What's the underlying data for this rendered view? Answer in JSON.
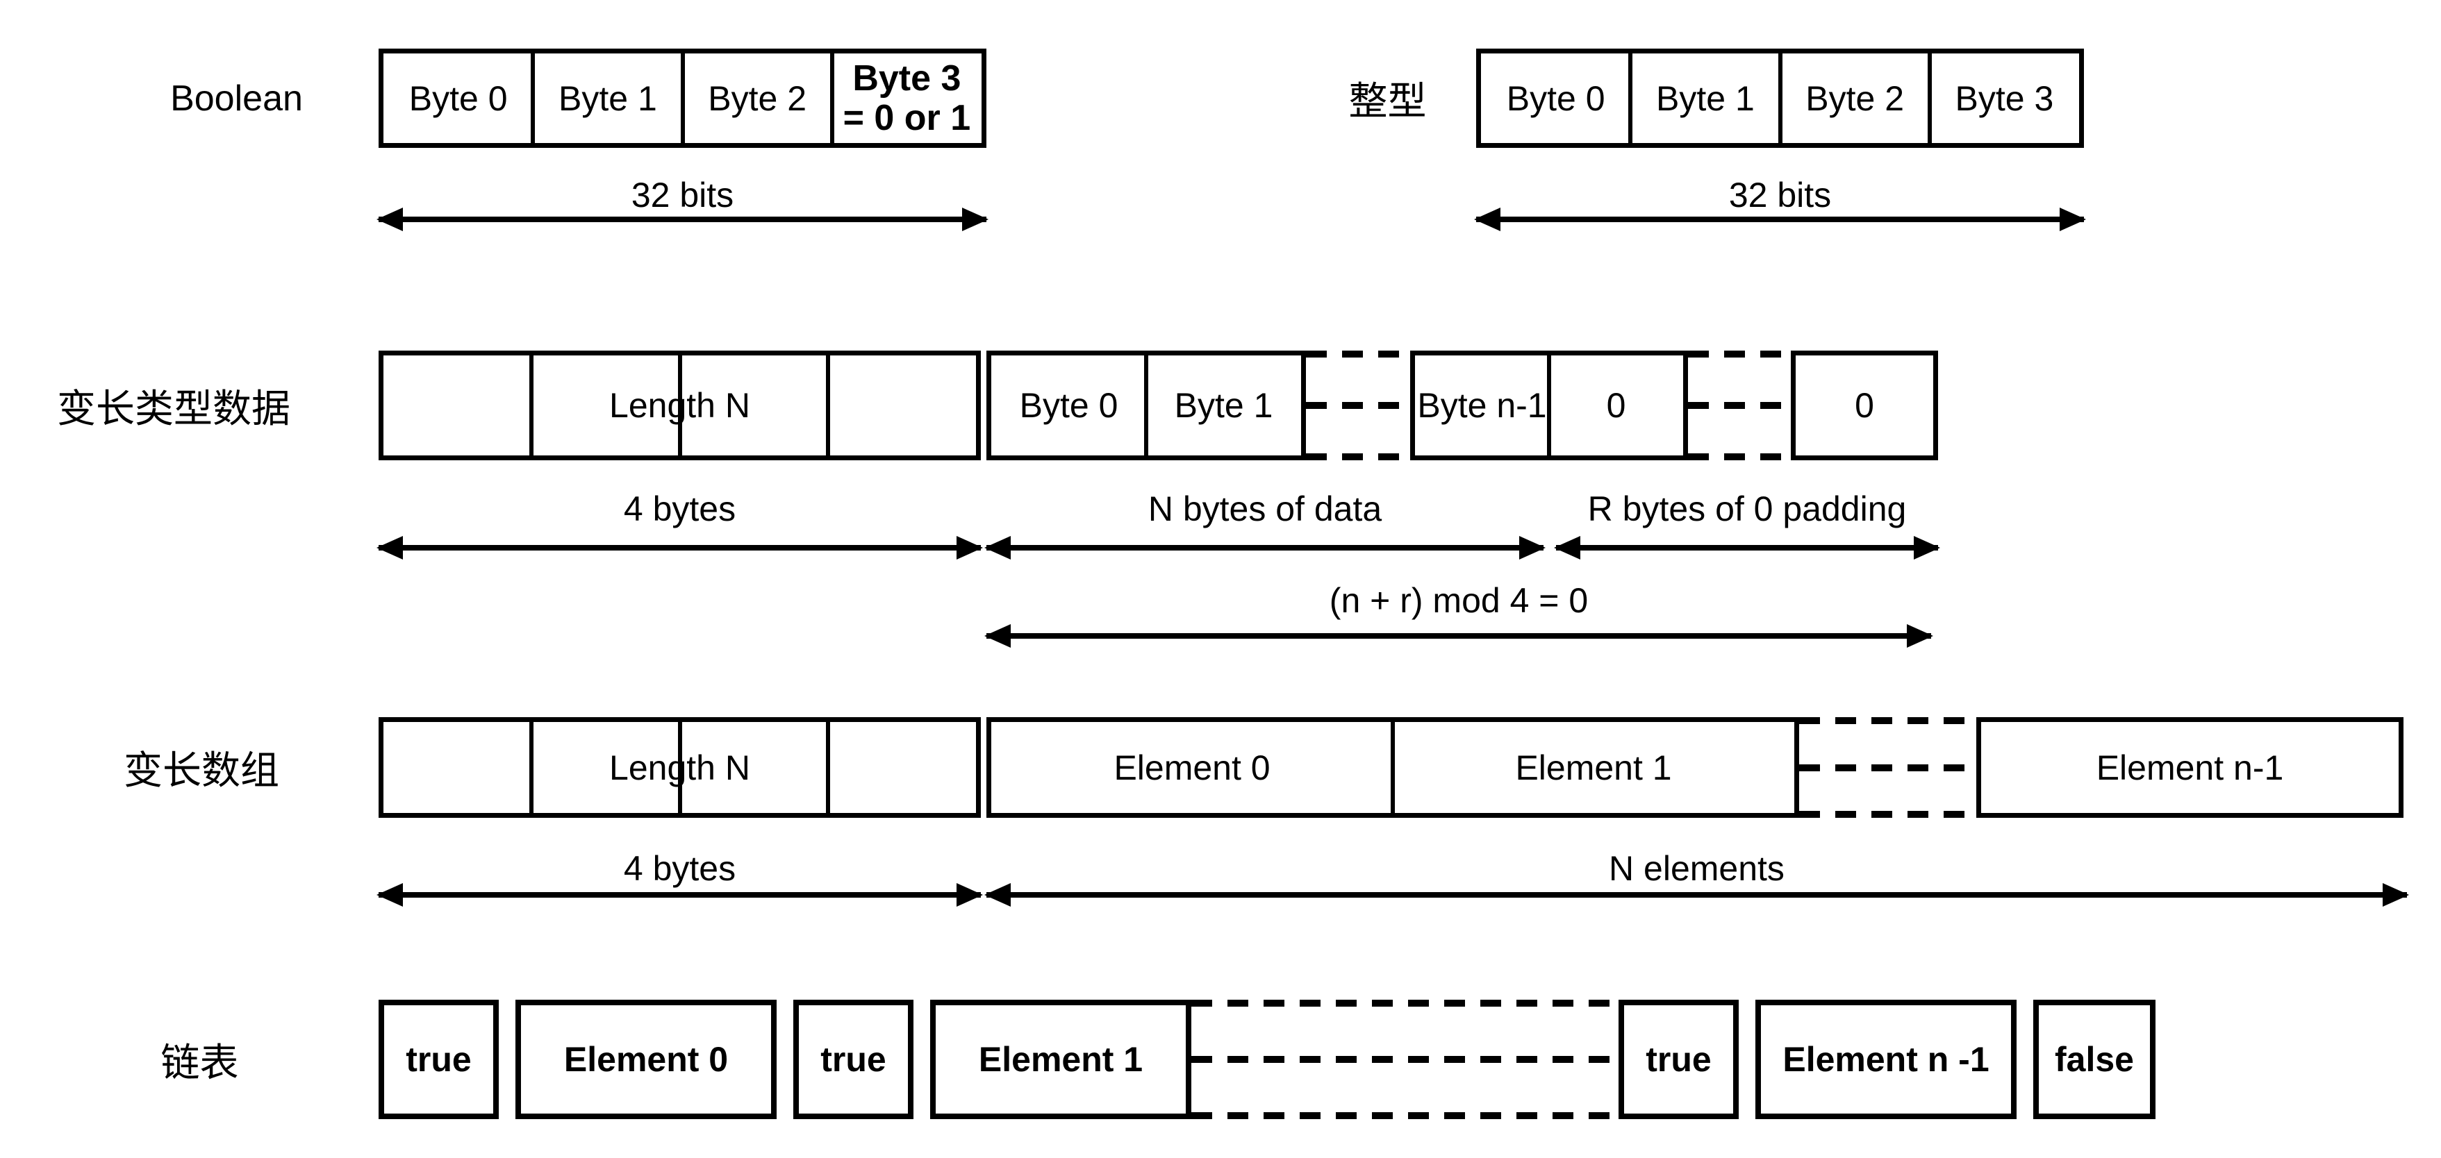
{
  "colors": {
    "ink": "#000000",
    "paper": "#ffffff"
  },
  "boolean_row": {
    "label": "Boolean",
    "cells": [
      "Byte 0",
      "Byte 1",
      "Byte 2"
    ],
    "cell4_line1": "Byte 3",
    "cell4_line2": "= 0 or 1",
    "span": "32 bits"
  },
  "integer_row": {
    "label": "整型",
    "cells": [
      "Byte 0",
      "Byte 1",
      "Byte 2",
      "Byte 3"
    ],
    "span": "32 bits"
  },
  "var_data_row": {
    "label": "变长类型数据",
    "length_cell": "Length N",
    "byte_cells": [
      "Byte 0",
      "Byte 1"
    ],
    "tail_cells": [
      "Byte n-1",
      "0"
    ],
    "pad_cell": "0",
    "span_length": "4 bytes",
    "span_data": "N bytes of data",
    "span_pad": "R bytes of 0 padding",
    "span_total": "(n + r) mod 4 = 0"
  },
  "var_array_row": {
    "label": "变长数组",
    "length_cell": "Length N",
    "elements": [
      "Element 0",
      "Element 1"
    ],
    "last_element": "Element n-1",
    "span_length": "4 bytes",
    "span_elements": "N elements"
  },
  "linked_list_row": {
    "label": "链表",
    "items": [
      "true",
      "Element 0",
      "true",
      "Element 1",
      "true",
      "Element n -1",
      "false"
    ]
  }
}
